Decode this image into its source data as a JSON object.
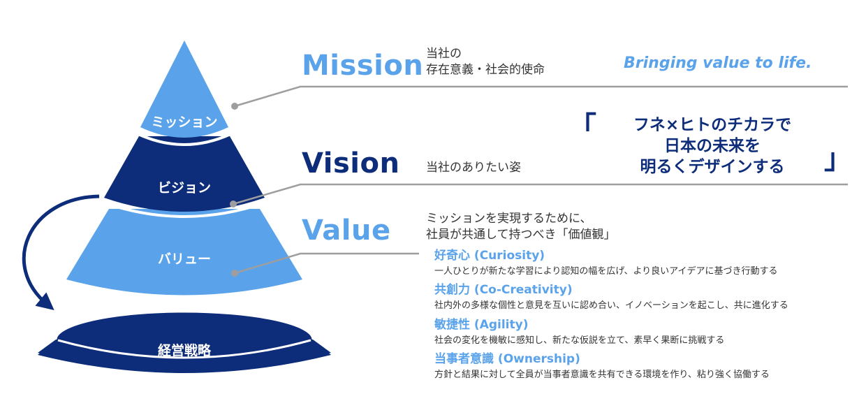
{
  "colors": {
    "light_blue": "#5aa3ea",
    "navy": "#0d2d7a",
    "line_gray": "#9e9e9e",
    "text_dark": "#333333"
  },
  "pyramid": {
    "mission_label": "ミッション",
    "vision_label": "ビジョン",
    "value_label": "バリュー",
    "base_label": "経営戦略"
  },
  "mission": {
    "heading": "Mission",
    "description_line1": "当社の",
    "description_line2": "存在意義・社会的使命",
    "tagline": "Bringing value to life."
  },
  "vision": {
    "heading": "Vision",
    "description": "当社のありたい姿",
    "bracket_open": "「",
    "bracket_close": "」",
    "quote_line1": "フネ×ヒトのチカラで",
    "quote_line2": "日本の未来を",
    "quote_line3": "明るくデザインする"
  },
  "value": {
    "heading": "Value",
    "description_line1": "ミッションを実現するために、",
    "description_line2": "社員が共通して持つべき「価値観」",
    "items": [
      {
        "title": "好奇心 (Curiosity)",
        "description": "一人ひとりが新たな学習により認知の幅を広げ、より良いアイデアに基づき行動する"
      },
      {
        "title": "共創力 (Co-Creativity)",
        "description": "社内外の多様な個性と意見を互いに認め合い、イノベーションを起こし、共に進化する"
      },
      {
        "title": "敏捷性 (Agility)",
        "description": "社会の変化を機敏に感知し、新たな仮説を立て、素早く果断に挑戦する"
      },
      {
        "title": "当事者意識 (Ownership)",
        "description": "方針と結果に対して全員が当事者意識を共有できる環境を作り、粘り強く協働する"
      }
    ]
  }
}
